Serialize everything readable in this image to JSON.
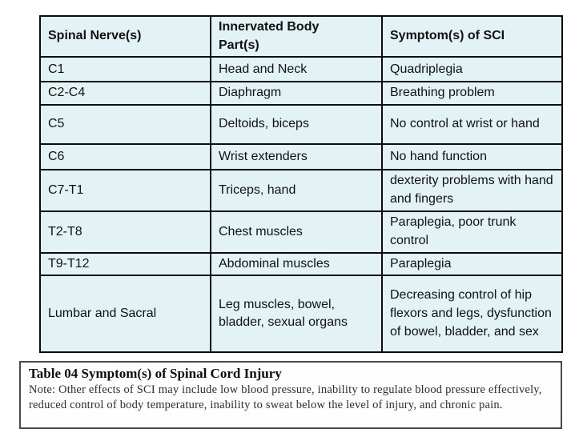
{
  "colors": {
    "page_background": "#ffffff",
    "cell_background": "#e3f3f5",
    "table_border": "#0d0d0d",
    "caption_border": "#4a4a4a",
    "text": "#111111"
  },
  "table": {
    "columns": [
      "Spinal Nerve(s)",
      "Innervated Body Part(s)",
      "Symptom(s) of SCI"
    ],
    "rows": [
      {
        "nerve": "C1",
        "body_part": "Head and Neck",
        "symptom": "Quadriplegia"
      },
      {
        "nerve": "C2-C4",
        "body_part": "Diaphragm",
        "symptom": "Breathing problem"
      },
      {
        "nerve": "C5",
        "body_part": "Deltoids, biceps",
        "symptom": "No control at wrist or hand"
      },
      {
        "nerve": "C6",
        "body_part": "Wrist extenders",
        "symptom": "No hand function"
      },
      {
        "nerve": "C7-T1",
        "body_part": "Triceps, hand",
        "symptom": "dexterity problems with hand and fingers"
      },
      {
        "nerve": "T2-T8",
        "body_part": "Chest muscles",
        "symptom": "Paraplegia, poor trunk control"
      },
      {
        "nerve": "T9-T12",
        "body_part": "Abdominal muscles",
        "symptom": "Paraplegia"
      },
      {
        "nerve": "Lumbar and Sacral",
        "body_part": "Leg muscles, bowel, bladder, sexual organs",
        "symptom": "Decreasing control of hip flexors and legs, dysfunction of bowel, bladder, and sex"
      }
    ]
  },
  "caption": {
    "title": "Table 04 Symptom(s) of Spinal Cord Injury",
    "note": "Note: Other effects of SCI may include low blood pressure, inability to regulate blood pressure effectively, reduced control of body temperature, inability to sweat below the level of injury, and chronic pain."
  }
}
